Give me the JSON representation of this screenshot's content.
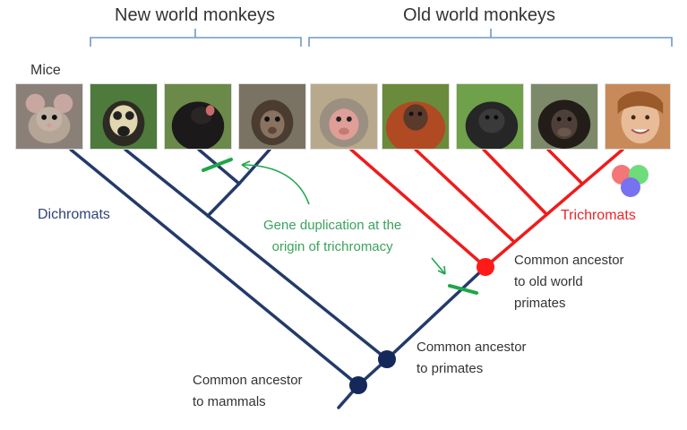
{
  "groups": {
    "new_world": "New world monkeys",
    "old_world": "Old world monkeys"
  },
  "labels": {
    "mice": "Mice",
    "dichromats": "Dichromats",
    "trichromats": "Trichromats",
    "gene_duplication_line1": "Gene duplication at the",
    "gene_duplication_line2": "origin of trichromacy",
    "ancestor_old_world_line1": "Common ancestor",
    "ancestor_old_world_line2": "to old world",
    "ancestor_old_world_line3": "primates",
    "ancestor_primates_line1": "Common ancestor",
    "ancestor_primates_line2": "to primates",
    "ancestor_mammals_line1": "Common ancestor",
    "ancestor_mammals_line2": "to mammals"
  },
  "photos": [
    {
      "name": "mouse-photo",
      "bg": "#8a8078",
      "fg": "#b9a99a"
    },
    {
      "name": "squirrel-monkey-photo",
      "bg": "#4e7a3c",
      "fg": "#d9cfa8"
    },
    {
      "name": "howler-monkey-photo",
      "bg": "#6b8a4a",
      "fg": "#1c1a1a"
    },
    {
      "name": "capuchin-monkey-photo",
      "bg": "#7a7364",
      "fg": "#5a4a3c"
    },
    {
      "name": "macaque-photo",
      "bg": "#b9a98c",
      "fg": "#d9a8a0"
    },
    {
      "name": "orangutan-photo",
      "bg": "#6a8a3c",
      "fg": "#b8502a"
    },
    {
      "name": "gorilla-photo",
      "bg": "#6fa04a",
      "fg": "#2a2a2a"
    },
    {
      "name": "chimpanzee-photo",
      "bg": "#7d8a6a",
      "fg": "#2d2520"
    },
    {
      "name": "human-child-photo",
      "bg": "#c98a5a",
      "fg": "#e6b894"
    }
  ],
  "colors": {
    "dichromat_branch": "#233a6b",
    "trichromat_branch": "#ee1c1c",
    "duplication_marker": "#1ea64a",
    "bracket": "#6f98c8",
    "node_primates": "#14285a",
    "node_old_world": "#ff1a1a"
  }
}
